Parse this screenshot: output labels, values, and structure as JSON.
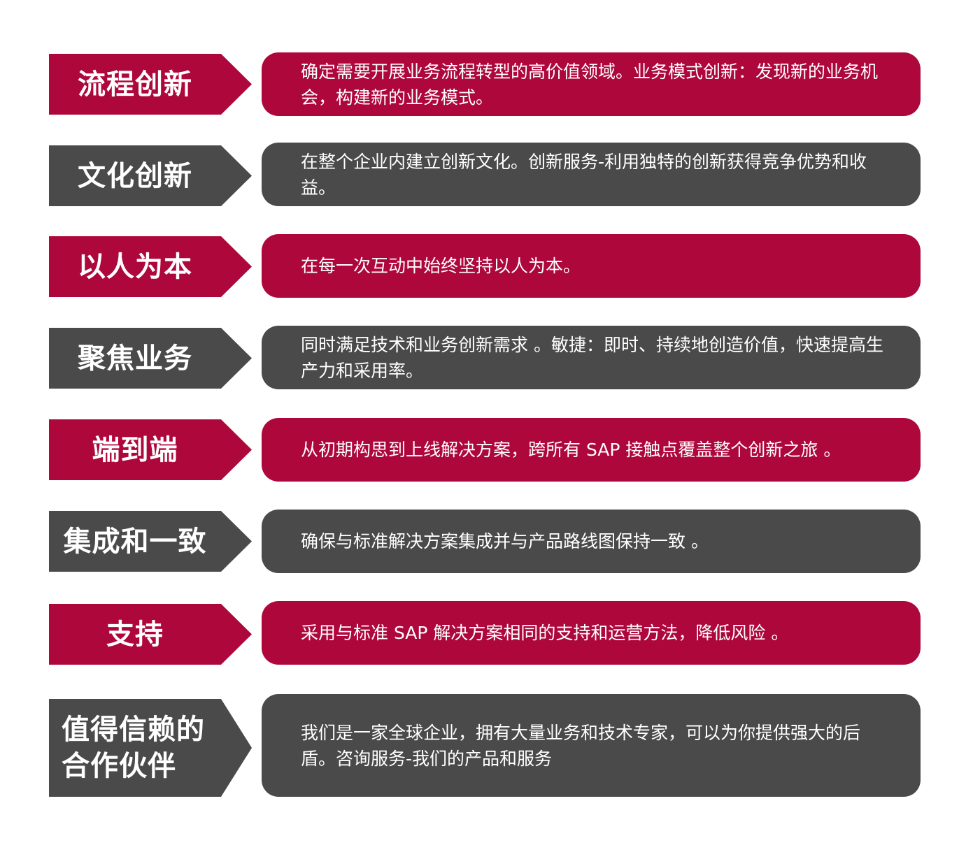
{
  "colors": {
    "red": "#ad073b",
    "gray": "#4a4a4a",
    "background": "#ffffff"
  },
  "items": [
    {
      "tag": "流程创新",
      "text": "确定需要开展业务流程转型的高价值领域。业务模式创新：发现新的业务机会，构建新的业务模式。",
      "color": "red"
    },
    {
      "tag": "文化创新",
      "text": "在整个企业内建立创新文化。创新服务-利用独特的创新获得竞争优势和收益。",
      "color": "gray"
    },
    {
      "tag": "以人为本",
      "text": "在每一次互动中始终坚持以人为本。",
      "color": "red"
    },
    {
      "tag": "聚焦业务",
      "text": "同时满足技术和业务创新需求 。敏捷：即时、持续地创造价值，快速提高生产力和采用率。",
      "color": "gray"
    },
    {
      "tag": "端到端",
      "text": "从初期构思到上线解决方案，跨所有 SAP 接触点覆盖整个创新之旅 。",
      "color": "red"
    },
    {
      "tag": "集成和一致",
      "text": "确保与标准解决方案集成并与产品路线图保持一致 。",
      "color": "gray"
    },
    {
      "tag": "支持",
      "text": "采用与标准 SAP 解决方案相同的支持和运营方法，降低风险 。",
      "color": "red"
    },
    {
      "tag": "值得信赖的合作伙伴",
      "text": "我们是一家全球企业，拥有大量业务和技术专家，可以为你提供强大的后盾。咨询服务-我们的产品和服务",
      "color": "gray"
    }
  ]
}
